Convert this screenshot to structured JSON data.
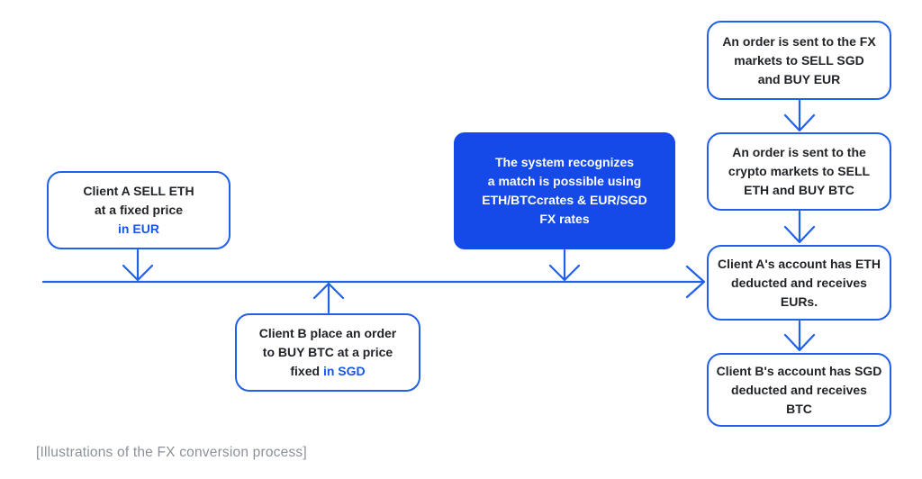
{
  "colors": {
    "arrow_blue": "#2160e8",
    "box_border_blue": "#2160e8",
    "system_box_fill_blue": "#1549e8",
    "accent_text_blue": "#1657e8",
    "body_text_dark": "#1f2226",
    "caption_gray": "#8b9199",
    "background": "#ffffff"
  },
  "diagram": {
    "client_a": {
      "lines": [
        "Client A SELL ETH",
        "at a fixed price"
      ],
      "accent": "in EUR"
    },
    "client_b": {
      "lines": [
        "Client B place an order",
        "to BUY BTC at a price"
      ],
      "prefix": "fixed ",
      "accent": "in SGD"
    },
    "system": {
      "lines": [
        "The system recognizes",
        "a match is possible using",
        "ETH/BTCcrates & EUR/SGD",
        "FX rates"
      ]
    },
    "fx_order": {
      "lines": [
        "An order is sent to the FX",
        "markets to SELL SGD",
        "and BUY EUR"
      ]
    },
    "crypto_order": {
      "lines": [
        "An order is sent to the",
        "crypto markets to SELL",
        "ETH and BUY BTC"
      ]
    },
    "client_a_account": {
      "lines": [
        "Client A's account has ETH",
        "deducted and receives",
        "EURs."
      ]
    },
    "client_b_account": {
      "lines": [
        "Client B's account has SGD",
        "deducted and receives",
        "BTC"
      ]
    }
  },
  "caption": "[Illustrations of the FX conversion process]"
}
